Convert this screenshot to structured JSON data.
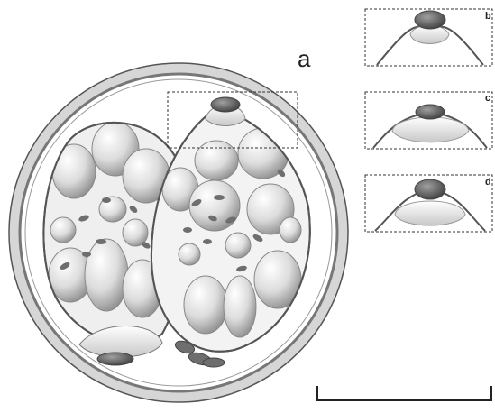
{
  "panel_labels": {
    "a": "a",
    "b": "b",
    "c": "c",
    "d": "d"
  },
  "colors": {
    "outline": "#555555",
    "shell_fill": "#d9d9d9",
    "interior": "#ffffff",
    "cell_fill": "#e2e2e2",
    "cell_shadow": "#9a9a9a",
    "dark_body": "#6e6e6e",
    "inset_border": "#444444"
  }
}
